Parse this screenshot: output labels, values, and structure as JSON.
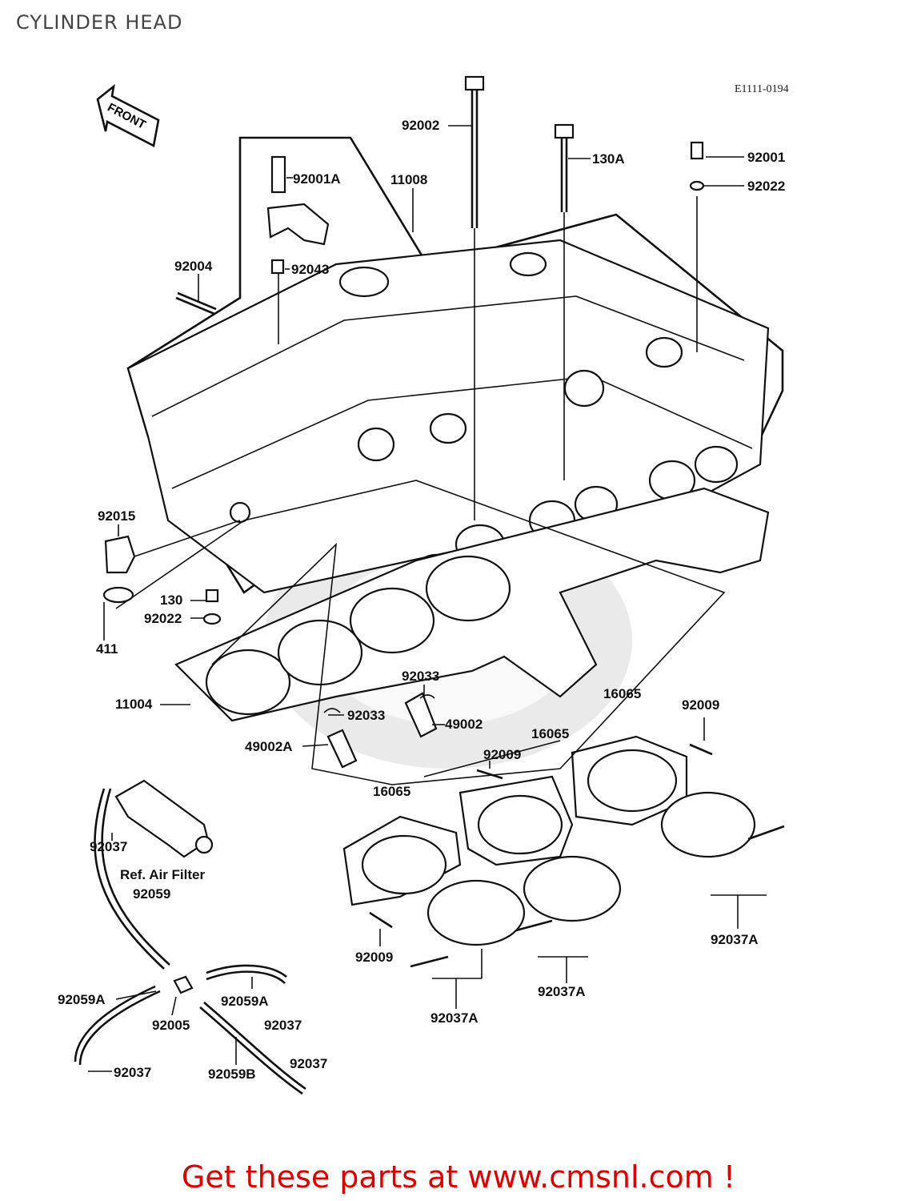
{
  "title": "CYLINDER HEAD",
  "diagram_code": "E1111-0194",
  "front_arrow_label": "FRONT",
  "banner_text": "Get these parts at www.cmsnl.com !",
  "part_labels": [
    "92002",
    "130A",
    "92001",
    "92022",
    "92001A",
    "11008",
    "92004",
    "92043",
    "92015",
    "411",
    "130",
    "92022",
    "11004",
    "92033",
    "92033",
    "49002",
    "49002A",
    "16065",
    "16065",
    "16065",
    "92009",
    "92009",
    "92009",
    "92037",
    "Ref. Air Filter",
    "92059",
    "92037A",
    "92037A",
    "92037A",
    "92059A",
    "92059A",
    "92005",
    "92037",
    "92037",
    "92059B",
    "92037"
  ]
}
